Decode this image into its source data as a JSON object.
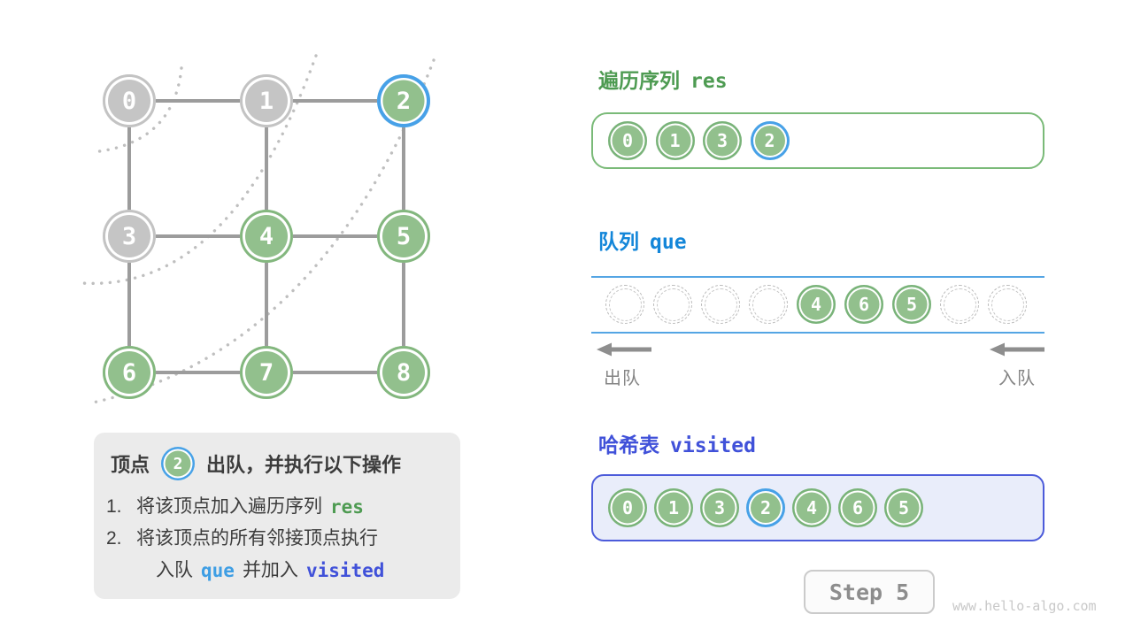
{
  "page": {
    "step_label": "Step 5",
    "watermark": "www.hello-algo.com"
  },
  "colors": {
    "green_node_fill": "#92c08d",
    "gray_node_fill": "#c5c5c5",
    "highlight_blue_ring": "#47a1e8",
    "green_text": "#4e9b52",
    "queue_blue_text": "#1386d9",
    "visited_indigo_text": "#4051d9",
    "visited_box_bg": "#e9edfa",
    "panel_bg": "#ebebeb",
    "edge_gray": "#9c9c9c",
    "label_gray": "#858585"
  },
  "graph": {
    "nodes": [
      {
        "label": "0",
        "state": "gray"
      },
      {
        "label": "1",
        "state": "gray"
      },
      {
        "label": "2",
        "state": "current"
      },
      {
        "label": "3",
        "state": "gray"
      },
      {
        "label": "4",
        "state": "green"
      },
      {
        "label": "5",
        "state": "green"
      },
      {
        "label": "6",
        "state": "green"
      },
      {
        "label": "7",
        "state": "green"
      },
      {
        "label": "8",
        "state": "green"
      }
    ],
    "edges": [
      [
        0,
        1
      ],
      [
        1,
        2
      ],
      [
        3,
        4
      ],
      [
        4,
        5
      ],
      [
        6,
        7
      ],
      [
        7,
        8
      ],
      [
        0,
        3
      ],
      [
        3,
        6
      ],
      [
        1,
        4
      ],
      [
        4,
        7
      ],
      [
        2,
        5
      ],
      [
        5,
        8
      ]
    ],
    "wave_arcs": 3
  },
  "panel": {
    "title_prefix": "顶点",
    "title_vertex": "2",
    "title_suffix": "出队，并执行以下操作",
    "line1_num": "1.",
    "line1_text": "将该顶点加入遍历序列",
    "line1_code": "res",
    "line2_num": "2.",
    "line2_text": "将该顶点的所有邻接顶点执行",
    "line3_part1": "入队",
    "line3_code1": "que",
    "line3_part2": "并加入",
    "line3_code2": "visited"
  },
  "res_section": {
    "title_cn": "遍历序列",
    "title_code": "res",
    "items": [
      {
        "label": "0",
        "state": "green"
      },
      {
        "label": "1",
        "state": "green"
      },
      {
        "label": "3",
        "state": "green"
      },
      {
        "label": "2",
        "state": "current"
      }
    ]
  },
  "queue_section": {
    "title_cn": "队列",
    "title_code": "que",
    "slots": [
      {
        "state": "empty",
        "label": ""
      },
      {
        "state": "empty",
        "label": ""
      },
      {
        "state": "empty",
        "label": ""
      },
      {
        "state": "empty",
        "label": ""
      },
      {
        "state": "green",
        "label": "4"
      },
      {
        "state": "green",
        "label": "6"
      },
      {
        "state": "green",
        "label": "5"
      },
      {
        "state": "empty",
        "label": ""
      },
      {
        "state": "empty",
        "label": ""
      }
    ],
    "dequeue_label": "出队",
    "enqueue_label": "入队"
  },
  "visited_section": {
    "title_cn": "哈希表",
    "title_code": "visited",
    "items": [
      {
        "label": "0",
        "state": "green"
      },
      {
        "label": "1",
        "state": "green"
      },
      {
        "label": "3",
        "state": "green"
      },
      {
        "label": "2",
        "state": "current"
      },
      {
        "label": "4",
        "state": "green"
      },
      {
        "label": "6",
        "state": "green"
      },
      {
        "label": "5",
        "state": "green"
      }
    ]
  }
}
